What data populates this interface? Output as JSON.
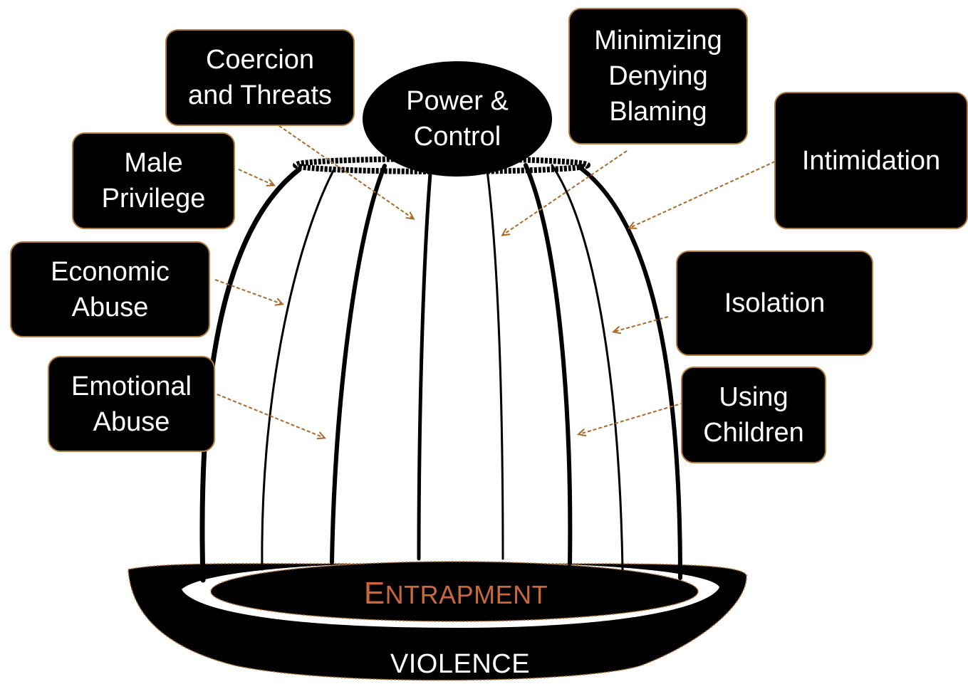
{
  "center": {
    "line1": "Power &",
    "line2": "Control"
  },
  "tactics": {
    "coercion": {
      "line1": "Coercion",
      "line2": "and Threats"
    },
    "minimizing": {
      "line1": "Minimizing",
      "line2": "Denying",
      "line3": "Blaming"
    },
    "male_privilege": {
      "line1": "Male",
      "line2": "Privilege"
    },
    "intimidation": {
      "line1": "Intimidation"
    },
    "economic": {
      "line1": "Economic",
      "line2": "Abuse"
    },
    "isolation": {
      "line1": "Isolation"
    },
    "emotional": {
      "line1": "Emotional",
      "line2": "Abuse"
    },
    "children": {
      "line1": "Using",
      "line2": "Children"
    }
  },
  "base": {
    "entrapment_initial": "E",
    "entrapment_rest": "NTRAPMENT",
    "violence": "VIOLENCE"
  },
  "colors": {
    "box_fill": "#000000",
    "box_border": "#b07a3a",
    "arrow": "#a86a2a",
    "entrapment_text": "#c9673f"
  }
}
